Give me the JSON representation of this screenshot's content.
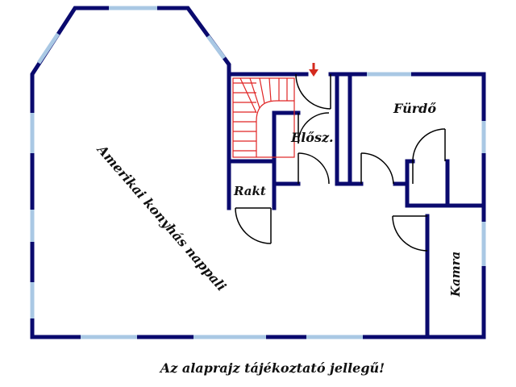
{
  "colors": {
    "wall": "#0a0a6e",
    "window": "#a9c8e4",
    "stair": "#e02424",
    "arrow": "#d42a1e",
    "door": "#000000",
    "background": "#ffffff"
  },
  "rooms": {
    "living": "Amerikai konyhás nappali",
    "hall": "Elősz.",
    "bathroom": "Fürdő",
    "storage": "Rakt",
    "pantry": "Kamra"
  },
  "footer": {
    "note": "Az alaprajz tájékoztató jellegű!"
  },
  "icons": {
    "entrance": "entrance-arrow-icon"
  }
}
